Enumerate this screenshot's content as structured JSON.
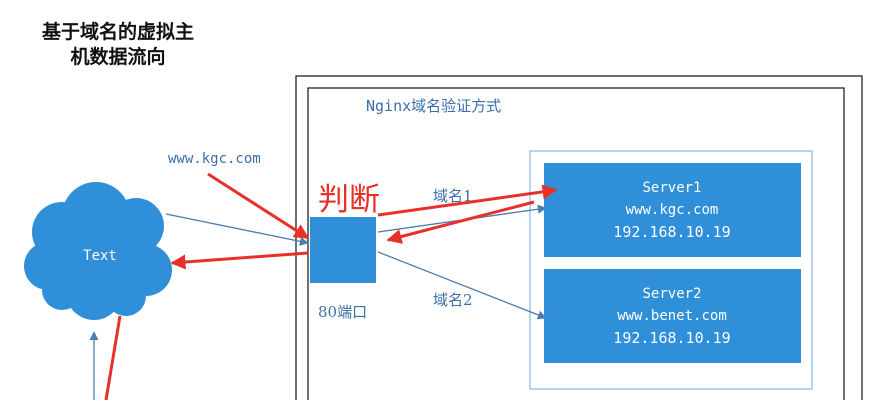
{
  "title": {
    "line1": "基于域名的虚拟主",
    "line2": "机数据流向"
  },
  "diagram": {
    "box_label": "Nginx域名验证方式",
    "client_url": "www.kgc.com",
    "client_label": "Text",
    "decision_label": "判断",
    "port_label": "80端口",
    "route1_label": "域名1",
    "route2_label": "域名2",
    "servers": [
      {
        "name": "Server1",
        "domain": "www.kgc.com",
        "ip": "192.168.10.19"
      },
      {
        "name": "Server2",
        "domain": "www.benet.com",
        "ip": "192.168.10.19"
      }
    ]
  },
  "colors": {
    "node_fill": "#2f8fd8",
    "node_text": "#ffffff",
    "line": "#4a7eb0",
    "highlight": "#e8302a",
    "label_text": "#3a6fa8",
    "box_border": "#222222",
    "server_container_border": "#8fbde4"
  }
}
